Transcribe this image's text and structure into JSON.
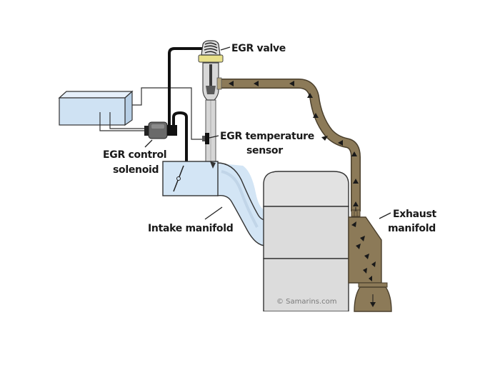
{
  "diagram": {
    "title": "EGR system diagram",
    "labels": {
      "egr_valve": "EGR valve",
      "egr_control_solenoid": [
        "EGR control",
        "solenoid"
      ],
      "egr_temperature_sensor": [
        "EGR temperature",
        "sensor"
      ],
      "intake_manifold": "Intake manifold",
      "exhaust_manifold": [
        "Exhaust",
        "manifold"
      ]
    },
    "watermark": "© Samarins.com",
    "colors": {
      "exhaust_gas": "#8c7a58",
      "exhaust_outline": "#4a3f2c",
      "intake_air": "#d3e5f5",
      "intake_outline": "#3a3a3a",
      "engine_block": "#dcdcdc",
      "engine_head": "#e2e2e2",
      "valve_body": "#d8d8d8",
      "valve_gasket": "#e8e08a",
      "ecu_box": "#cfe2f3",
      "vacuum_hose": "#111111",
      "wire": "#333333",
      "arrow": "#1a1a1a"
    },
    "components": [
      "Engine control unit",
      "EGR control solenoid",
      "EGR valve",
      "EGR temperature sensor",
      "Intake manifold",
      "Throttle valve",
      "Engine",
      "Exhaust manifold",
      "EGR pipe"
    ]
  }
}
